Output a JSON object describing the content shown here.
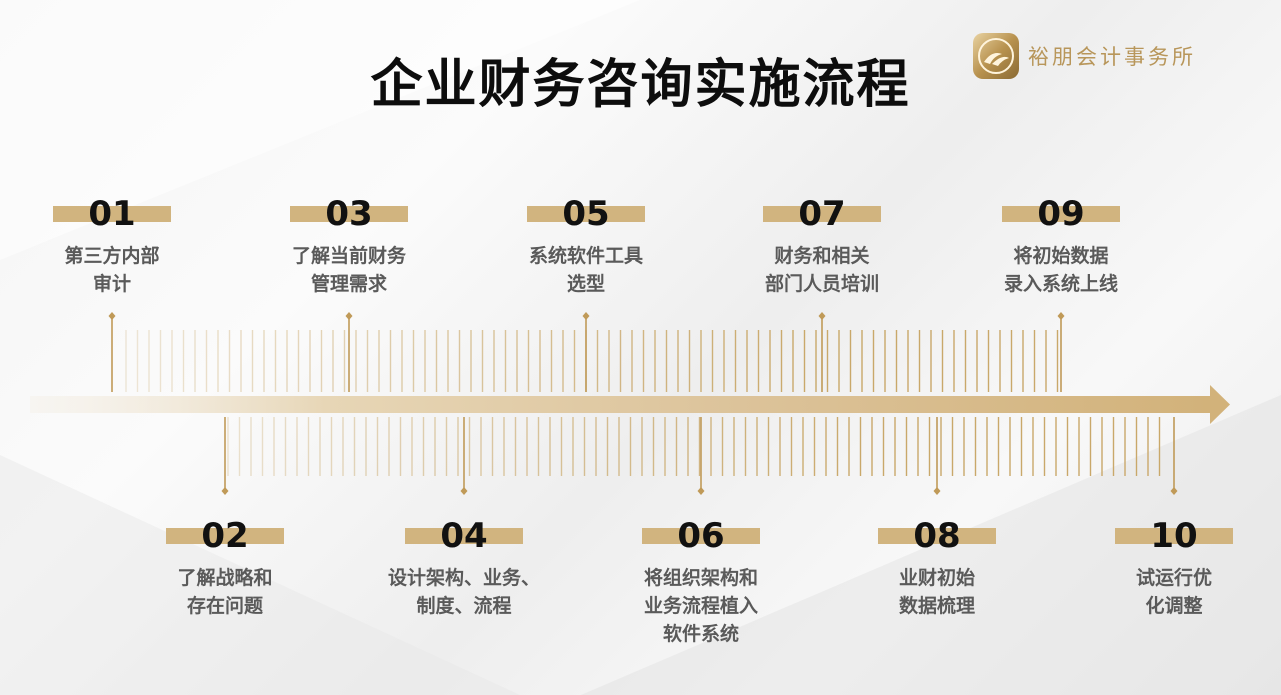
{
  "title": "企业财务咨询实施流程",
  "logo": {
    "text": "裕朋会计事务所",
    "icon": "firm-logo-icon"
  },
  "colors": {
    "gold": "#d1b47f",
    "arrow": "#d2b27a",
    "text_dark": "#111111",
    "text_gray": "#5a5a5a"
  },
  "steps": [
    {
      "number": "01",
      "lines": [
        "第三方内部",
        "审计"
      ]
    },
    {
      "number": "02",
      "lines": [
        "了解战略和",
        "存在问题"
      ]
    },
    {
      "number": "03",
      "lines": [
        "了解当前财务",
        "管理需求"
      ]
    },
    {
      "number": "04",
      "lines": [
        "设计架构、业务、",
        "制度、流程"
      ]
    },
    {
      "number": "05",
      "lines": [
        "系统软件工具",
        "选型"
      ]
    },
    {
      "number": "06",
      "lines": [
        "将组织架构和",
        "业务流程植入",
        "软件系统"
      ]
    },
    {
      "number": "07",
      "lines": [
        "财务和相关",
        "部门人员培训"
      ]
    },
    {
      "number": "08",
      "lines": [
        "业财初始",
        "数据梳理"
      ]
    },
    {
      "number": "09",
      "lines": [
        "将初始数据",
        "录入系统上线"
      ]
    },
    {
      "number": "10",
      "lines": [
        "试运行优",
        "化调整"
      ]
    }
  ]
}
